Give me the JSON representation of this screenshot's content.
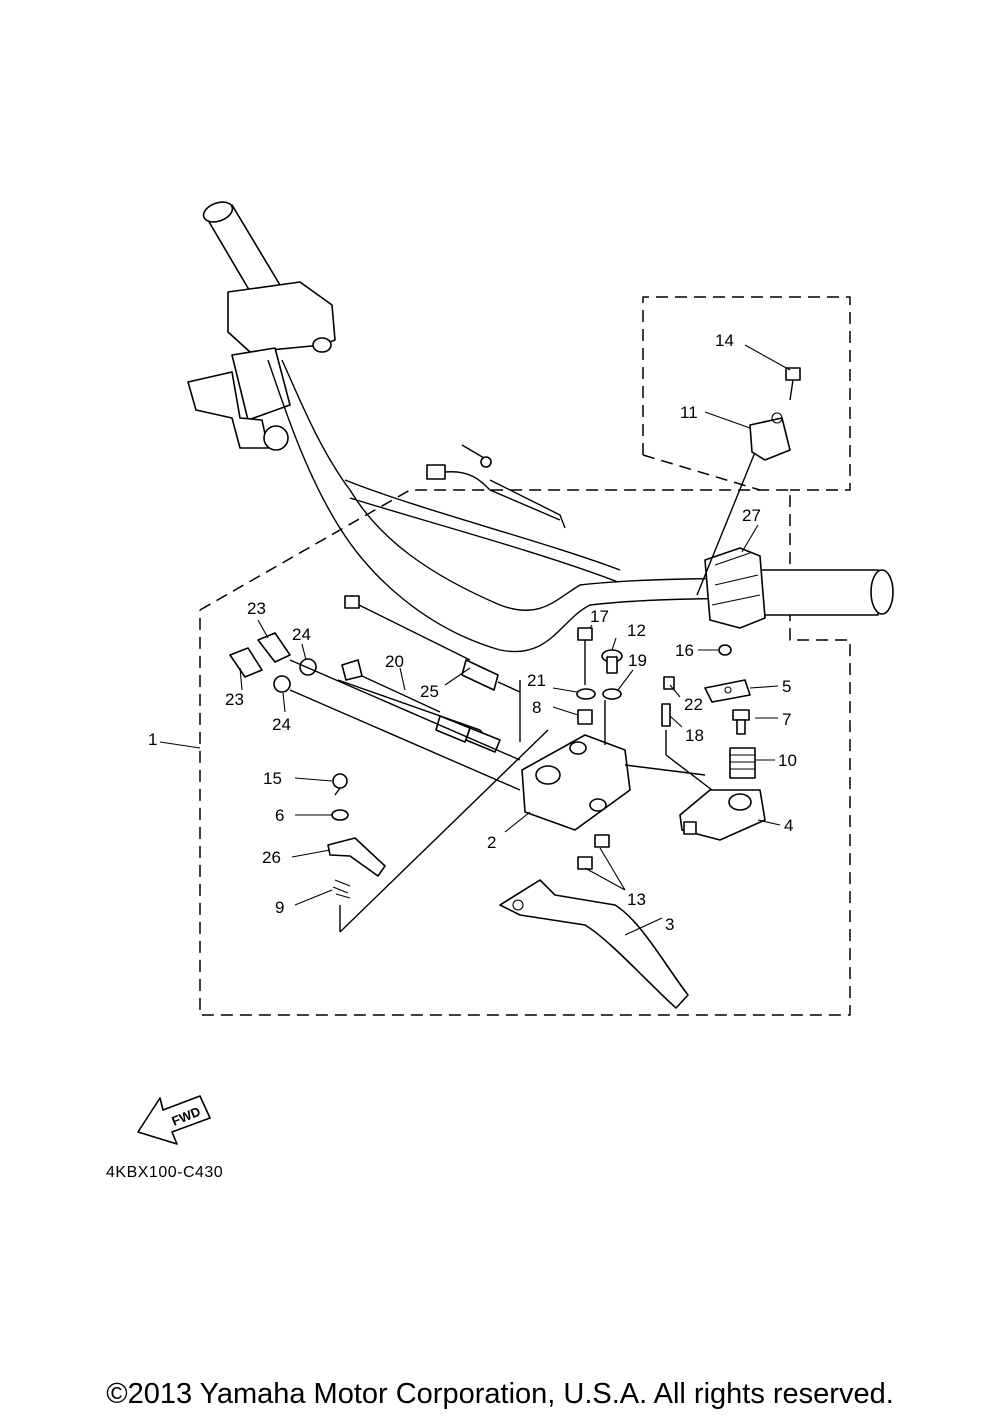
{
  "diagram": {
    "callouts": [
      {
        "id": "c1",
        "label": "1"
      },
      {
        "id": "c2",
        "label": "2"
      },
      {
        "id": "c3",
        "label": "3"
      },
      {
        "id": "c4",
        "label": "4"
      },
      {
        "id": "c5",
        "label": "5"
      },
      {
        "id": "c6",
        "label": "6"
      },
      {
        "id": "c7",
        "label": "7"
      },
      {
        "id": "c8",
        "label": "8"
      },
      {
        "id": "c9",
        "label": "9"
      },
      {
        "id": "c10",
        "label": "10"
      },
      {
        "id": "c11",
        "label": "11"
      },
      {
        "id": "c12",
        "label": "12"
      },
      {
        "id": "c13",
        "label": "13"
      },
      {
        "id": "c14",
        "label": "14"
      },
      {
        "id": "c15",
        "label": "15"
      },
      {
        "id": "c16",
        "label": "16"
      },
      {
        "id": "c17",
        "label": "17"
      },
      {
        "id": "c18",
        "label": "18"
      },
      {
        "id": "c19",
        "label": "19"
      },
      {
        "id": "c20",
        "label": "20"
      },
      {
        "id": "c21",
        "label": "21"
      },
      {
        "id": "c22",
        "label": "22"
      },
      {
        "id": "c23a",
        "label": "23"
      },
      {
        "id": "c23b",
        "label": "23"
      },
      {
        "id": "c24a",
        "label": "24"
      },
      {
        "id": "c24b",
        "label": "24"
      },
      {
        "id": "c25",
        "label": "25"
      },
      {
        "id": "c26",
        "label": "26"
      },
      {
        "id": "c27",
        "label": "27"
      }
    ],
    "fwd_label": "FWD",
    "reference_code": "4KBX100-C430"
  },
  "footer": {
    "copyright": "©2013 Yamaha Motor Corporation, U.S.A. All rights reserved."
  }
}
